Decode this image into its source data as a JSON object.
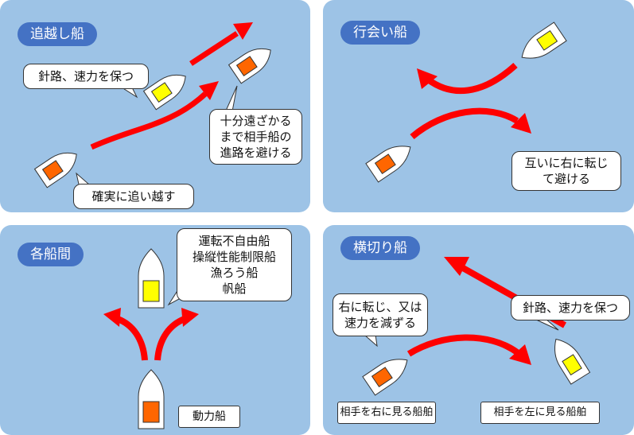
{
  "colors": {
    "panel_bg": "#9dc3e6",
    "title_bg": "#4472c4",
    "arrow": "#ff0000",
    "ship_hull": "#ffffff",
    "own_ship_cabin": "#ff6600",
    "other_ship_cabin": "#ffff00"
  },
  "icons": [
    "ship-icon",
    "arrow-icon"
  ],
  "overtaking": {
    "title": "追越し船",
    "label_keep": "針路、速力を保つ",
    "label_avoid": [
      "十分遠ざかる",
      "まで相手船の",
      "進路を避ける"
    ],
    "label_surely": "確実に追い越す"
  },
  "head_on": {
    "title": "行会い船",
    "label": [
      "互いに右に転じ",
      "て避ける"
    ]
  },
  "between_vessels": {
    "title": "各船間",
    "label_list": [
      "運転不自由船",
      "操縦性能制限船",
      "漁ろう船",
      "帆船"
    ],
    "label_power": "動力船"
  },
  "crossing": {
    "title": "横切り船",
    "label_give_way": [
      "右に転じ、又は",
      "速力を減ずる"
    ],
    "label_stand_on": "針路、速力を保つ",
    "label_right": "相手を右に見る船舶",
    "label_left": "相手を左に見る船舶"
  }
}
